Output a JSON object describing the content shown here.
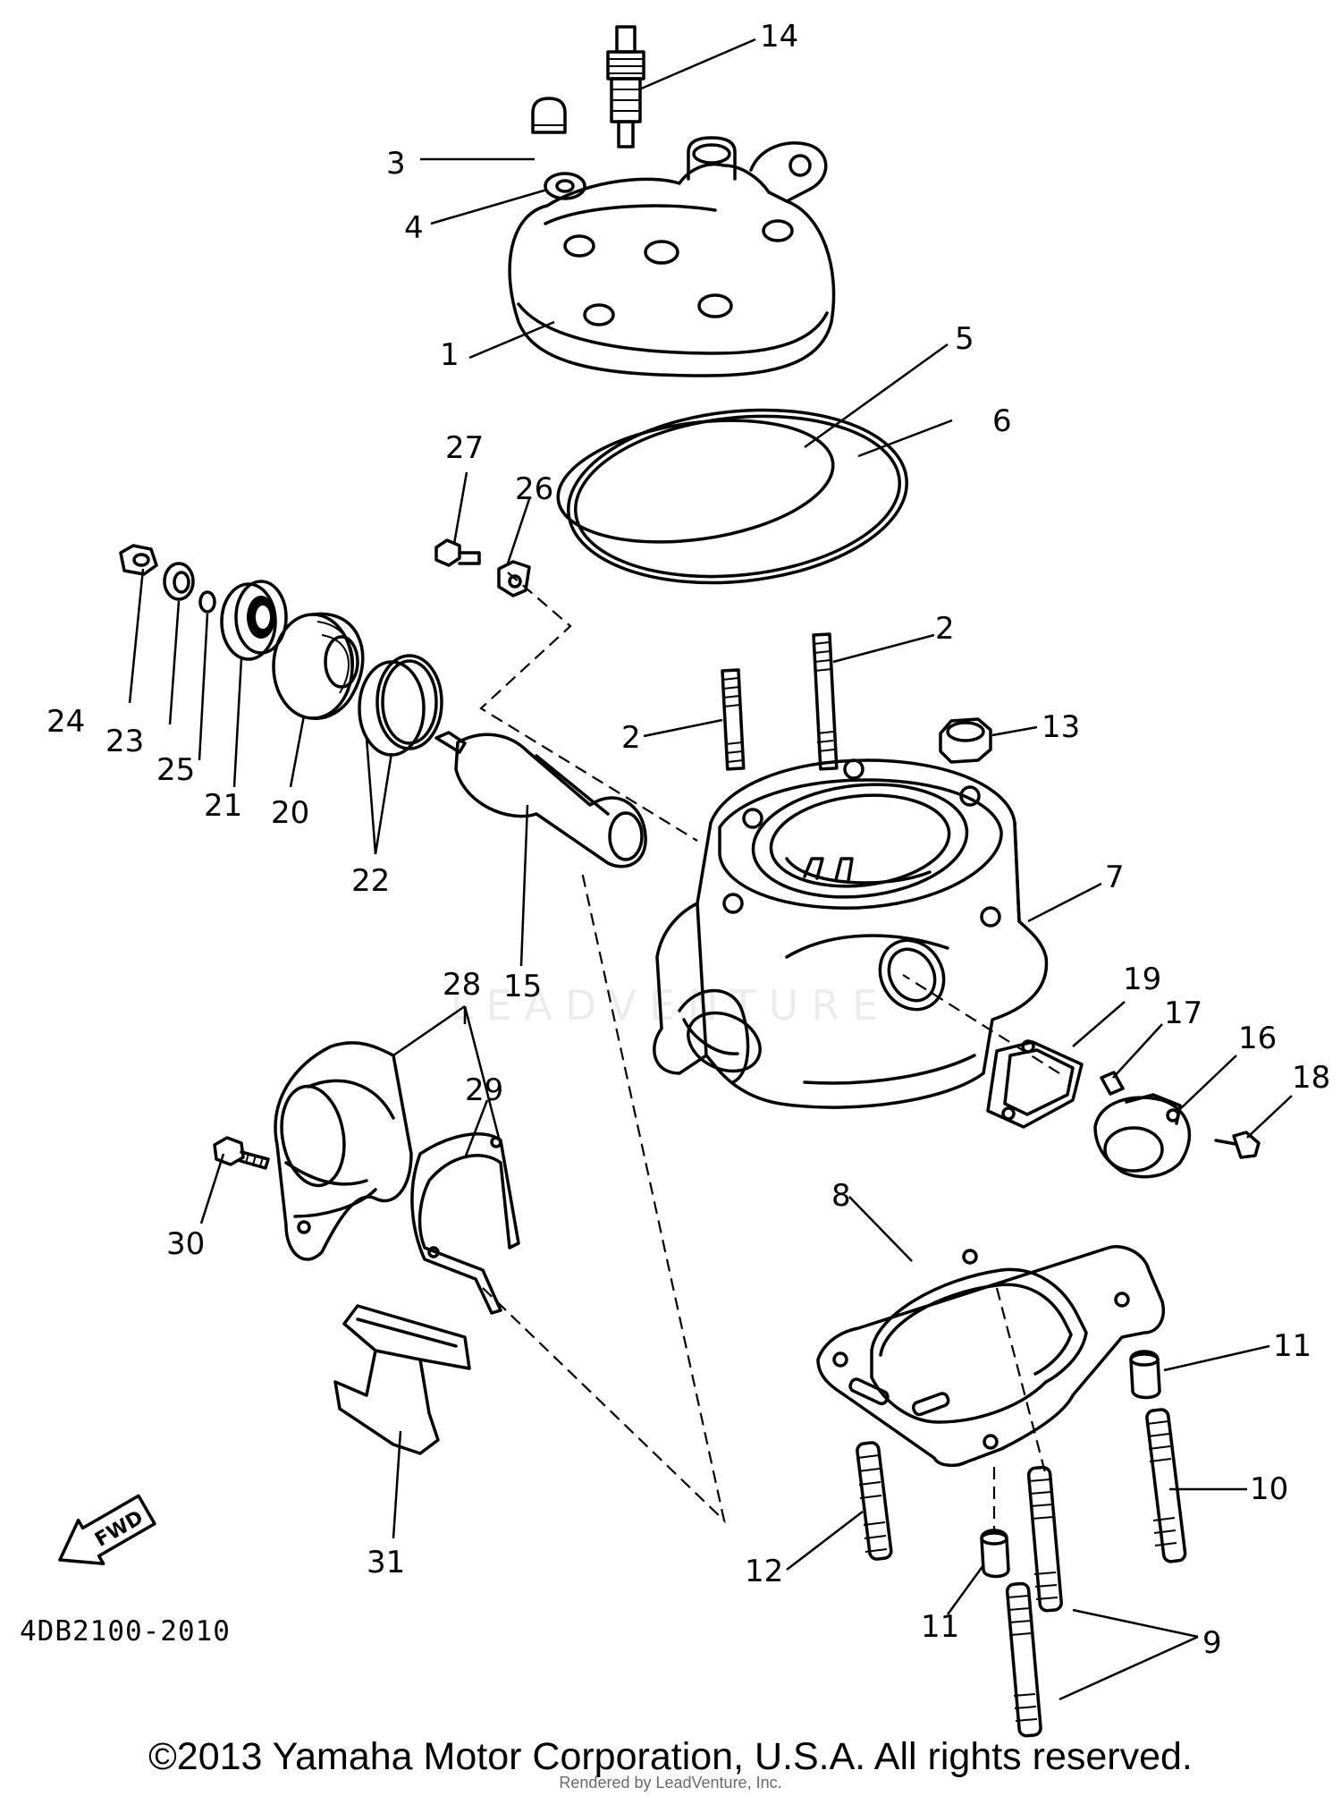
{
  "diagram": {
    "code": "4DB2100-2010",
    "fwd_label": "FWD",
    "callouts": {
      "c1": "1",
      "c2a": "2",
      "c2b": "2",
      "c3": "3",
      "c4": "4",
      "c5": "5",
      "c6": "6",
      "c7": "7",
      "c8": "8",
      "c9": "9",
      "c10": "10",
      "c11a": "11",
      "c11b": "11",
      "c12": "12",
      "c13": "13",
      "c14": "14",
      "c15": "15",
      "c16": "16",
      "c17": "17",
      "c18": "18",
      "c19": "19",
      "c20": "20",
      "c21": "21",
      "c22": "22",
      "c23": "23",
      "c24": "24",
      "c25": "25",
      "c26": "26",
      "c27": "27",
      "c28": "28",
      "c29": "29",
      "c30": "30",
      "c31": "31"
    }
  },
  "footer": {
    "copyright": "©2013 Yamaha Motor Corporation, U.S.A. All rights reserved.",
    "render_credit": "Rendered by LeadVenture, Inc."
  },
  "watermark": {
    "text": "LEADVENTURE"
  }
}
